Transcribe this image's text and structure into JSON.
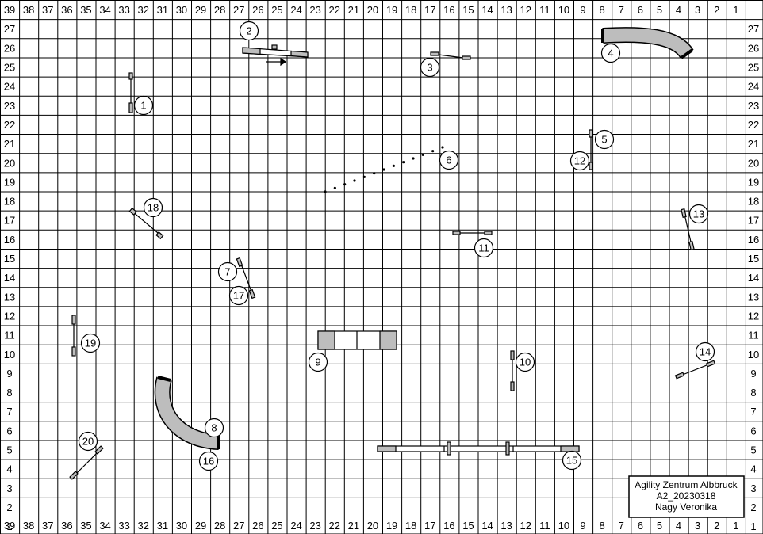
{
  "grid": {
    "columns": [
      "39",
      "38",
      "37",
      "36",
      "35",
      "34",
      "33",
      "32",
      "31",
      "30",
      "29",
      "28",
      "27",
      "26",
      "25",
      "24",
      "23",
      "22",
      "21",
      "20",
      "19",
      "18",
      "17",
      "16",
      "15",
      "14",
      "13",
      "12",
      "11",
      "10",
      "9",
      "8",
      "7",
      "6",
      "5",
      "4",
      "3",
      "2",
      "1"
    ],
    "rows": [
      "27",
      "26",
      "25",
      "24",
      "23",
      "22",
      "21",
      "20",
      "19",
      "18",
      "17",
      "16",
      "15",
      "14",
      "13",
      "12",
      "11",
      "10",
      "9",
      "8",
      "7",
      "6",
      "5",
      "4",
      "3",
      "2",
      "1"
    ]
  },
  "obstacles": [
    {
      "number": "1",
      "type": "jump"
    },
    {
      "number": "2",
      "type": "seesaw"
    },
    {
      "number": "3",
      "type": "jump"
    },
    {
      "number": "4",
      "type": "tunnel"
    },
    {
      "number": "5",
      "type": "jump"
    },
    {
      "number": "6",
      "type": "weave-poles"
    },
    {
      "number": "7",
      "type": "jump"
    },
    {
      "number": "8",
      "type": "tunnel"
    },
    {
      "number": "9",
      "type": "table"
    },
    {
      "number": "10",
      "type": "jump"
    },
    {
      "number": "11",
      "type": "jump"
    },
    {
      "number": "12",
      "type": "jump"
    },
    {
      "number": "13",
      "type": "jump"
    },
    {
      "number": "14",
      "type": "jump"
    },
    {
      "number": "15",
      "type": "dog-walk"
    },
    {
      "number": "16",
      "type": "tunnel"
    },
    {
      "number": "17",
      "type": "jump"
    },
    {
      "number": "18",
      "type": "jump"
    },
    {
      "number": "19",
      "type": "jump"
    },
    {
      "number": "20",
      "type": "jump"
    }
  ],
  "info_box": {
    "line1": "Agility Zentrum Albbruck",
    "line2": "A2_20230318",
    "line3": "Nagy Veronika"
  },
  "colors": {
    "grid": "#000000",
    "equipment_fill": "#bdbdbd",
    "background": "#ffffff"
  }
}
